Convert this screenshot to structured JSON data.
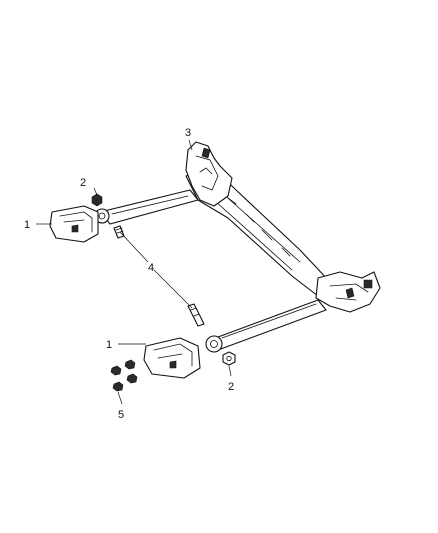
{
  "callouts": {
    "c1_upper": "1",
    "c1_lower": "1",
    "c2_upper": "2",
    "c2_lower": "2",
    "c3": "3",
    "c4": "4",
    "c5": "5"
  }
}
